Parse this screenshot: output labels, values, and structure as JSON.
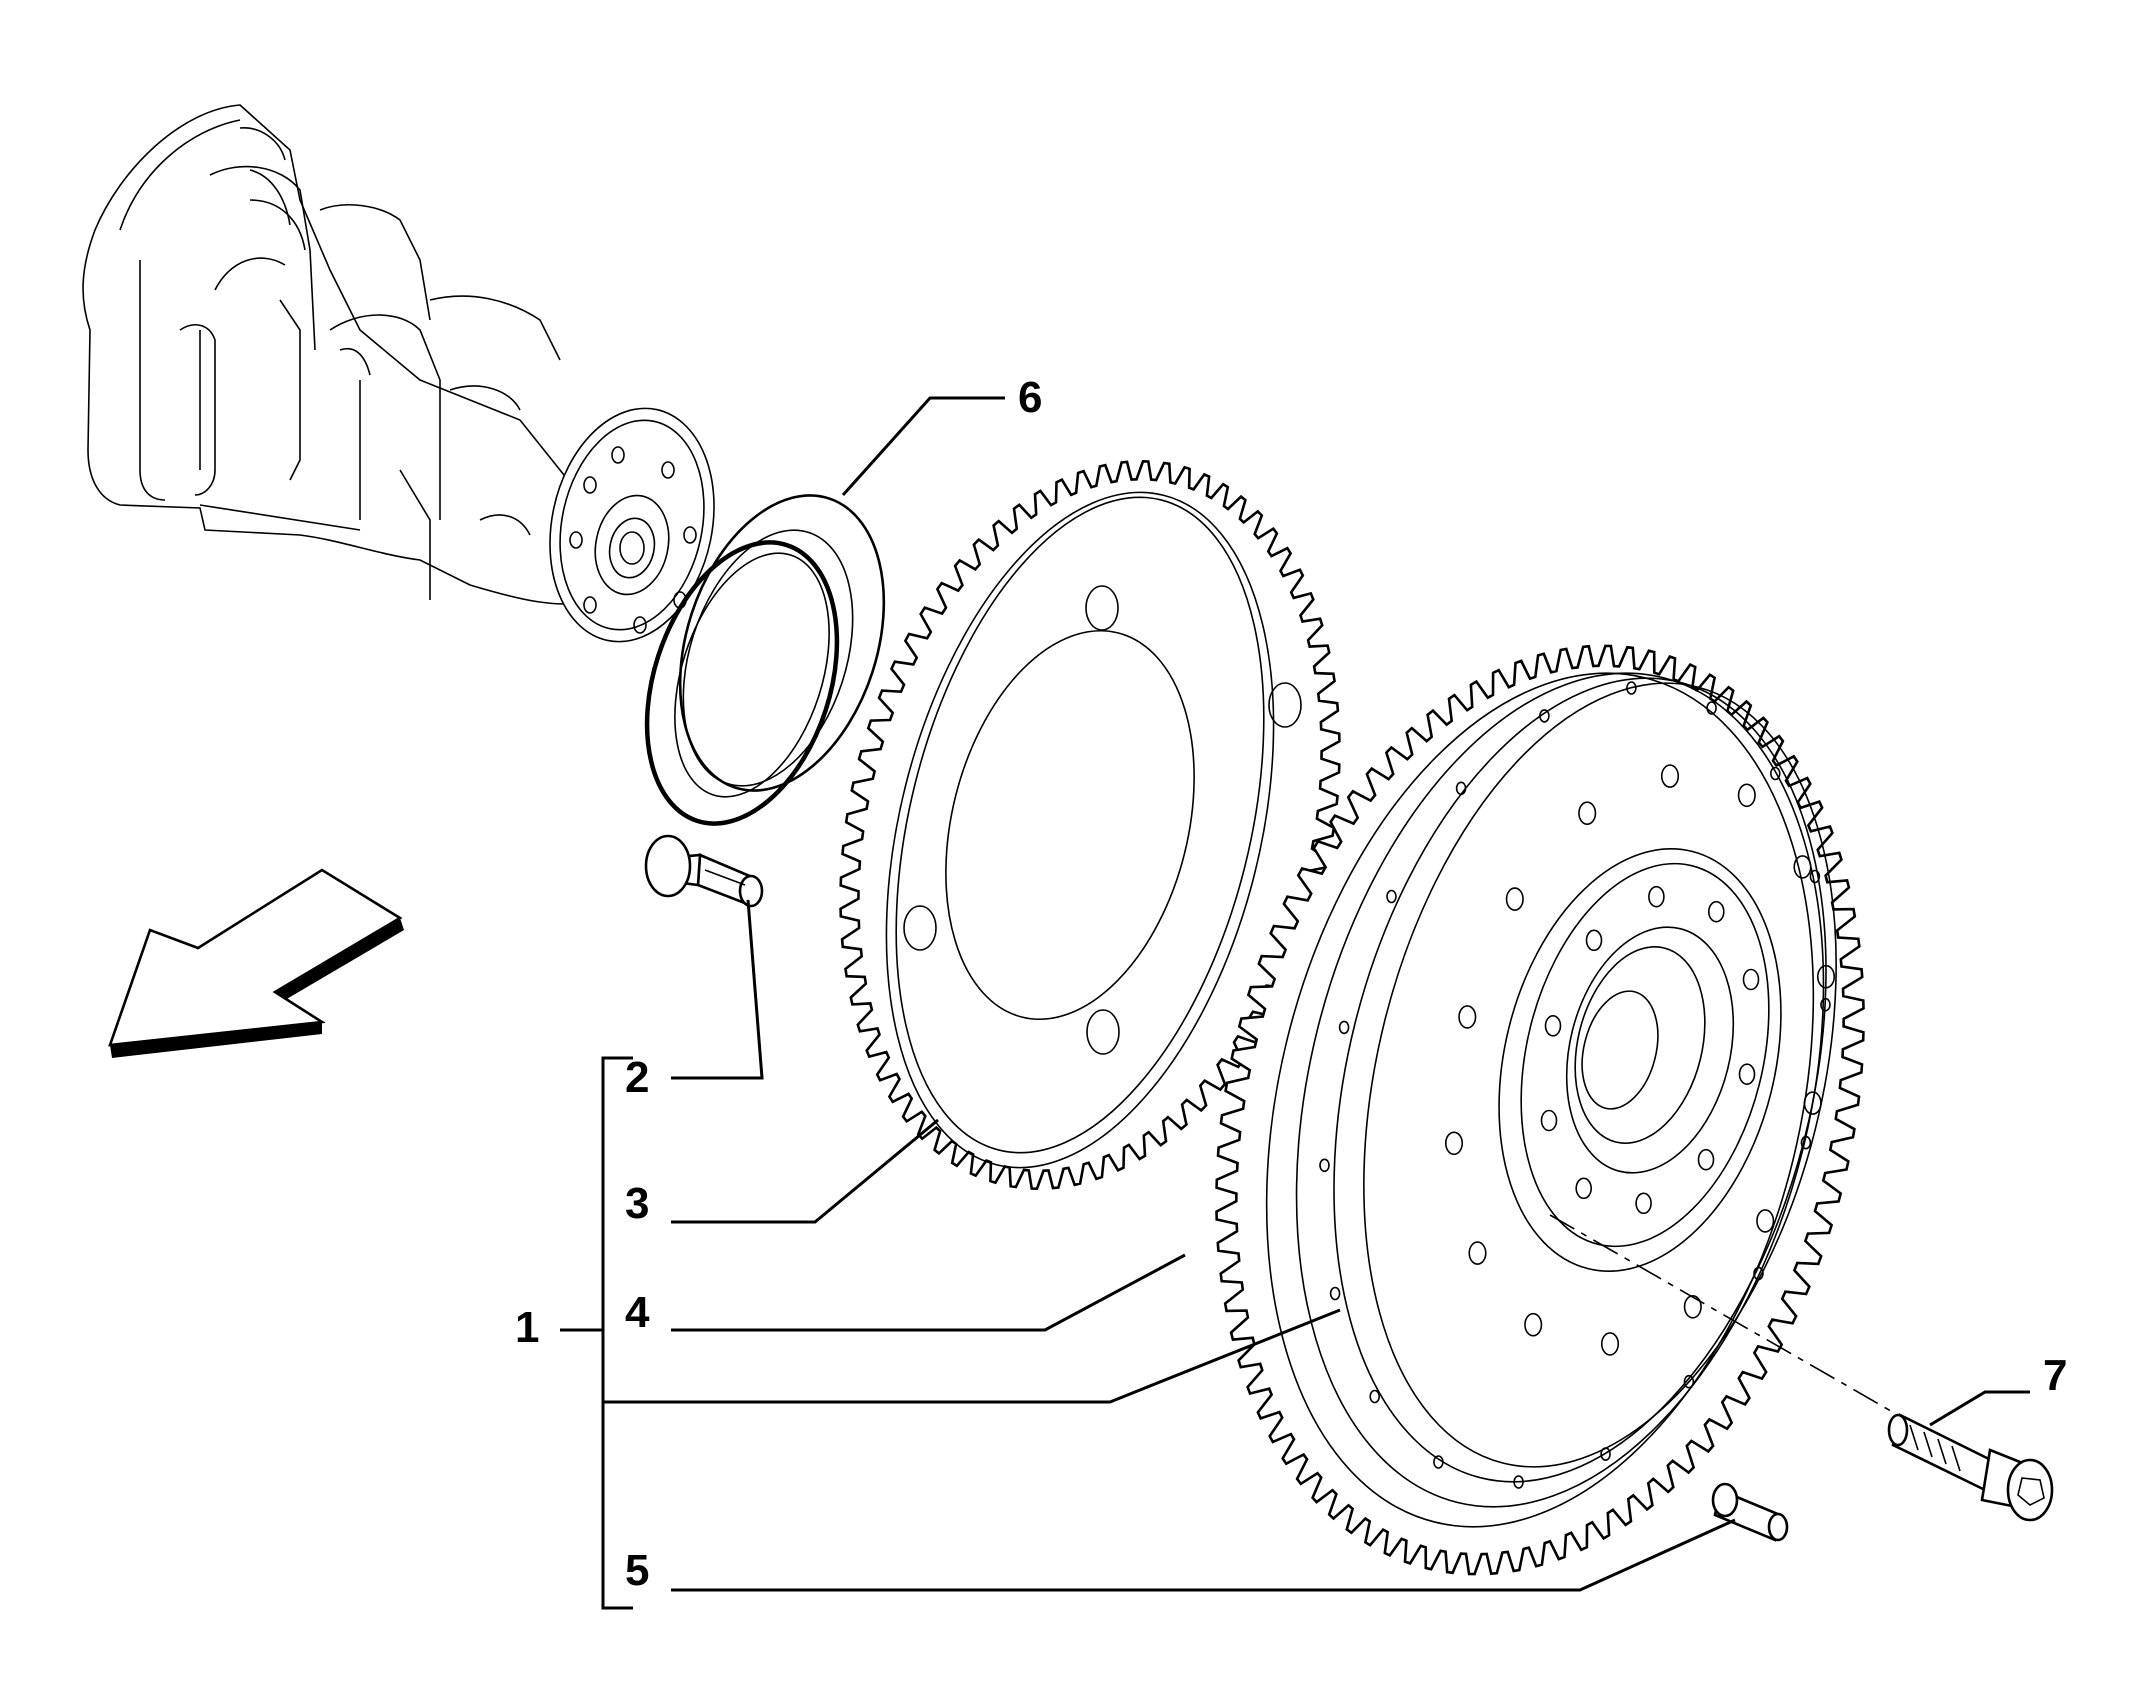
{
  "diagram": {
    "callouts": [
      {
        "id": "1",
        "label": "1"
      },
      {
        "id": "2",
        "label": "2"
      },
      {
        "id": "3",
        "label": "3"
      },
      {
        "id": "4",
        "label": "4"
      },
      {
        "id": "5",
        "label": "5"
      },
      {
        "id": "6",
        "label": "6"
      },
      {
        "id": "7",
        "label": "7"
      }
    ],
    "parts": [
      {
        "name": "crankshaft",
        "icon": "crankshaft-icon"
      },
      {
        "name": "seal-ring",
        "icon": "seal-ring-icon"
      },
      {
        "name": "dowel-pin",
        "icon": "dowel-pin-icon"
      },
      {
        "name": "phonic-wheel",
        "icon": "toothed-wheel-icon"
      },
      {
        "name": "flywheel",
        "icon": "flywheel-icon"
      },
      {
        "name": "pin",
        "icon": "pin-icon"
      },
      {
        "name": "flywheel-bolt",
        "icon": "bolt-icon"
      },
      {
        "name": "direction-arrow",
        "icon": "arrow-icon"
      }
    ],
    "colors": {
      "line": "#000000",
      "background": "#ffffff"
    }
  }
}
